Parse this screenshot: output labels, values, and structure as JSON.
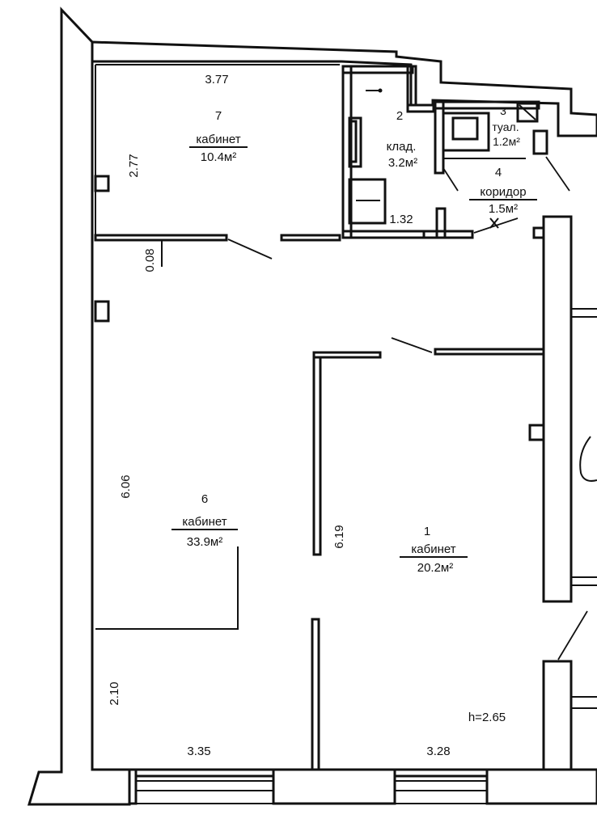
{
  "rooms": {
    "office7": {
      "number": "7",
      "name": "кабинет",
      "area": "10.4м²"
    },
    "storage2": {
      "number": "2",
      "name": "клад.",
      "area": "3.2м²"
    },
    "wc3": {
      "number": "3",
      "name": "туал.",
      "area": "1.2м²"
    },
    "corridor4": {
      "number": "4",
      "name": "коридор",
      "area": "1.5м²"
    },
    "office6": {
      "number": "6",
      "name": "кабинет",
      "area": "33.9м²"
    },
    "office1": {
      "number": "1",
      "name": "кабинет",
      "area": "20.2м²"
    }
  },
  "dimensions": {
    "top_width": "3.77",
    "left_height": "2.77",
    "storage_width": "1.32",
    "partition": "0.08",
    "office6_height": "6.06",
    "mid_height": "6.19",
    "lower_left": "2.10",
    "bottom_left": "3.35",
    "bottom_right": "3.28",
    "ceiling": "h=2.65"
  }
}
